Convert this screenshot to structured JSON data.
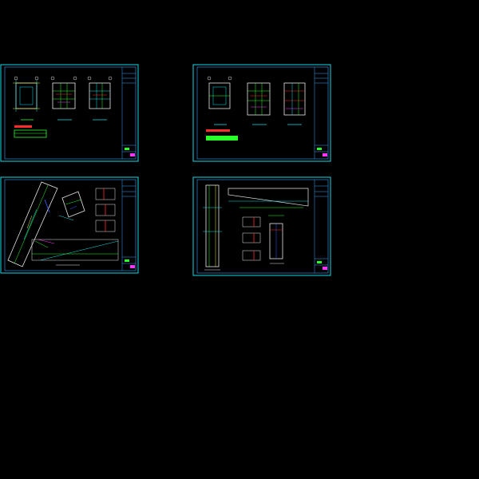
{
  "drawing": {
    "background": "#000000",
    "frame_color": "#12d7e6",
    "sheets": [
      {
        "id": "sheet-1",
        "content": "floor-plans"
      },
      {
        "id": "sheet-2",
        "content": "floor-plans"
      },
      {
        "id": "sheet-3",
        "content": "angled-site-plan-and-sections"
      },
      {
        "id": "sheet-4",
        "content": "elevation-and-sections"
      }
    ],
    "palette": {
      "cyan": "#18e0e8",
      "white": "#e8e8e8",
      "yellow": "#f0f028",
      "red": "#ff2a2a",
      "green": "#28ff28",
      "magenta": "#ff35ff",
      "blue": "#3a5cff"
    }
  }
}
